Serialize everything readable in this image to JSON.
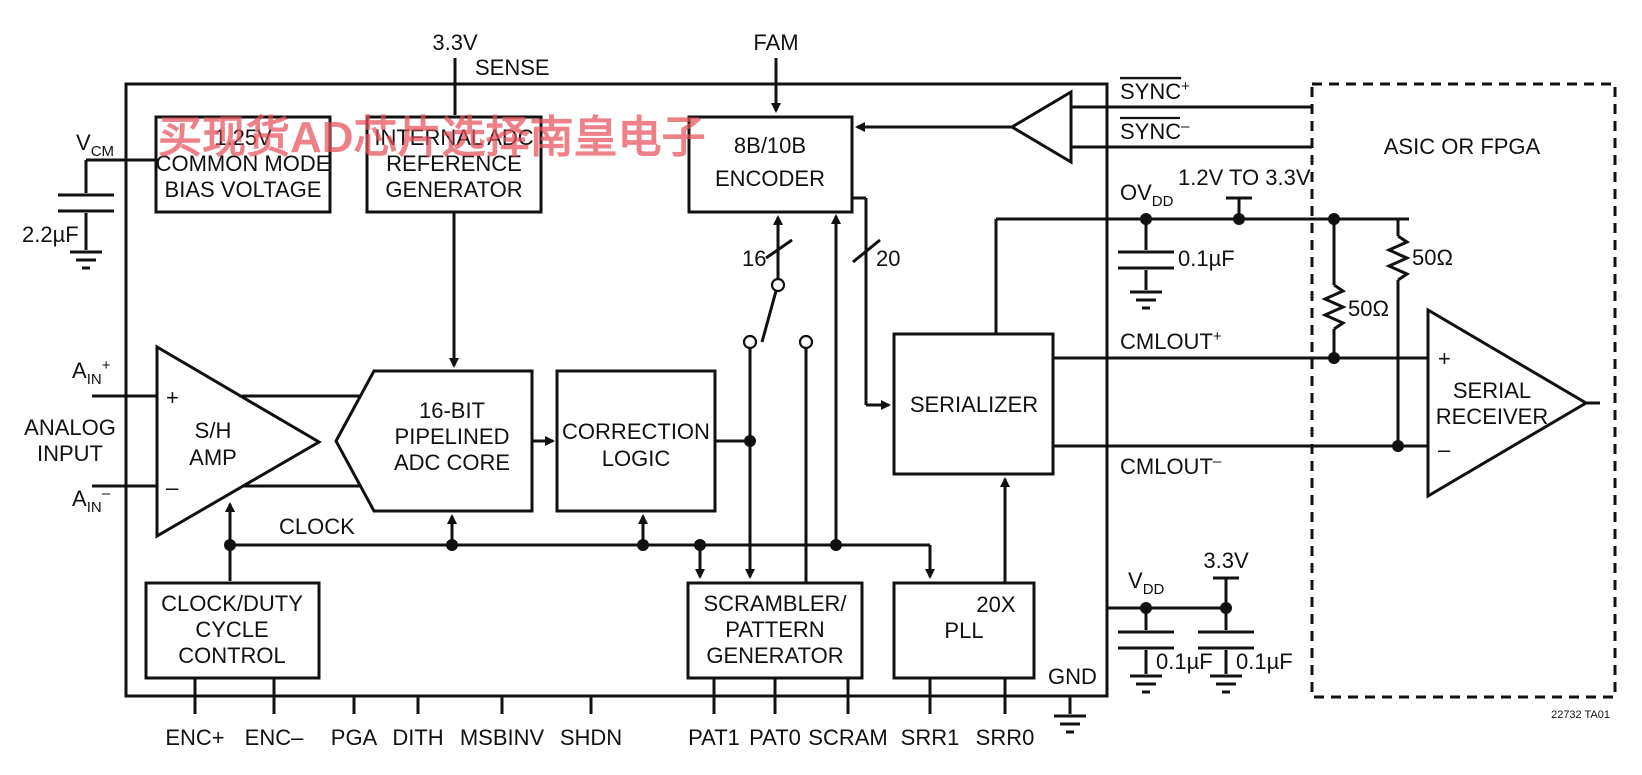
{
  "watermark": "买现货AD芯片选择南皇电子",
  "figure_code": "22732 TA01",
  "blocks": {
    "common_mode": [
      "1.25V",
      "COMMON MODE",
      "BIAS VOLTAGE"
    ],
    "reference": [
      "INTERNAL ADC",
      "REFERENCE",
      "GENERATOR"
    ],
    "encoder": [
      "8B/10B",
      "ENCODER"
    ],
    "sh_amp": [
      "S/H",
      "AMP"
    ],
    "adc_core": [
      "16-BIT",
      "PIPELINED",
      "ADC CORE"
    ],
    "correction": [
      "CORRECTION",
      "LOGIC"
    ],
    "serializer": "SERIALIZER",
    "clock_duty": [
      "CLOCK/DUTY",
      "CYCLE",
      "CONTROL"
    ],
    "scrambler": [
      "SCRAMBLER/",
      "PATTERN",
      "GENERATOR"
    ],
    "pll": [
      "20X",
      "PLL"
    ],
    "serial_receiver": [
      "SERIAL",
      "RECEIVER"
    ],
    "asic": "ASIC OR FPGA"
  },
  "labels": {
    "supply_33_top": "3.3V",
    "sense": "SENSE",
    "fam": "FAM",
    "vcm": "V",
    "vcm_sub": "CM",
    "cap_vcm": "2.2µF",
    "ain_plus": "A",
    "ain_plus_sub": "IN",
    "ain_plus_sup": "+",
    "ain_minus": "A",
    "ain_minus_sub": "IN",
    "ain_minus_sup": "–",
    "analog_input": [
      "ANALOG",
      "INPUT"
    ],
    "clock": "CLOCK",
    "bus16": "16",
    "bus20": "20",
    "sync_plus": "SYNC",
    "sync_plus_sup": "+",
    "sync_minus": "SYNC",
    "sync_minus_sup": "–",
    "ovdd": "OV",
    "ovdd_sub": "DD",
    "ovdd_range": "1.2V TO 3.3V",
    "cap_ovdd": "0.1µF",
    "res1": "50Ω",
    "res2": "50Ω",
    "cmlout_plus": "CMLOUT",
    "cmlout_plus_sup": "+",
    "cmlout_minus": "CMLOUT",
    "cmlout_minus_sup": "–",
    "vdd": "V",
    "vdd_sub": "DD",
    "supply_33_vdd": "3.3V",
    "cap_vdd1": "0.1µF",
    "cap_vdd2": "0.1µF",
    "gnd": "GND",
    "plus_sign": "+",
    "minus_sign": "–"
  },
  "pins": [
    "ENC+",
    "ENC–",
    "PGA",
    "DITH",
    "MSBINV",
    "SHDN",
    "PAT1",
    "PAT0",
    "SCRAM",
    "SRR1",
    "SRR0"
  ]
}
